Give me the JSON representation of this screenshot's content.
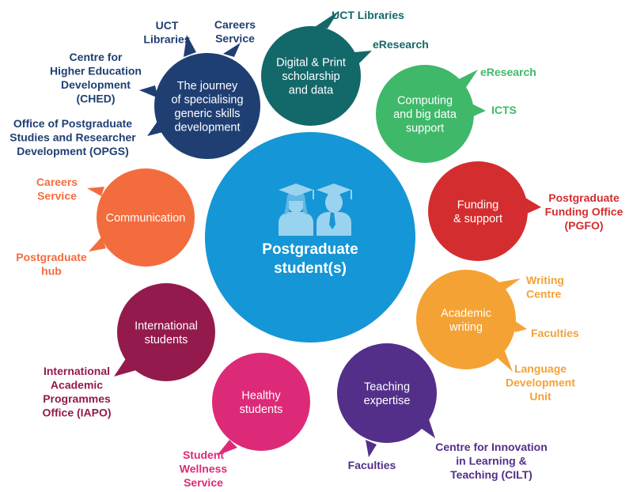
{
  "center": {
    "label": [
      "Postgraduate",
      "student(s)"
    ],
    "color": "#1596d6",
    "icon": "graduates-icon"
  },
  "bubbles": [
    {
      "id": "generic-skills",
      "label": [
        "The journey",
        "of specialising",
        "generic skills",
        "development"
      ],
      "color": "#1f3f73",
      "connections": [
        {
          "label": [
            "UCT",
            "Libraries"
          ]
        },
        {
          "label": [
            "Careers",
            "Service"
          ]
        },
        {
          "label": [
            "Centre for",
            "Higher Education",
            "Development",
            "(CHED)"
          ]
        },
        {
          "label": [
            "Office of Postgraduate",
            "Studies and Researcher",
            "Development (OPGS)"
          ]
        }
      ]
    },
    {
      "id": "digital-print",
      "label": [
        "Digital & Print",
        "scholarship",
        "and data"
      ],
      "color": "#13686a",
      "connections": [
        {
          "label": [
            "UCT Libraries"
          ]
        },
        {
          "label": [
            "eResearch"
          ]
        }
      ]
    },
    {
      "id": "computing",
      "label": [
        "Computing",
        "and big data",
        "support"
      ],
      "color": "#3fb86a",
      "connections": [
        {
          "label": [
            "eResearch"
          ]
        },
        {
          "label": [
            "ICTS"
          ]
        }
      ]
    },
    {
      "id": "funding",
      "label": [
        "Funding",
        "& support"
      ],
      "color": "#d42d2f",
      "connections": [
        {
          "label": [
            "Postgraduate",
            "Funding Office",
            "(PGFO)"
          ]
        }
      ]
    },
    {
      "id": "academic-writing",
      "label": [
        "Academic",
        "writing"
      ],
      "color": "#f4a234",
      "connections": [
        {
          "label": [
            "Writing",
            "Centre"
          ]
        },
        {
          "label": [
            "Faculties"
          ]
        },
        {
          "label": [
            "Language",
            "Development",
            "Unit"
          ]
        }
      ]
    },
    {
      "id": "teaching",
      "label": [
        "Teaching",
        "expertise"
      ],
      "color": "#532f89",
      "connections": [
        {
          "label": [
            "Faculties"
          ]
        },
        {
          "label": [
            "Centre for Innovation",
            "in Learning &",
            "Teaching (CILT)"
          ]
        }
      ]
    },
    {
      "id": "healthy",
      "label": [
        "Healthy",
        "students"
      ],
      "color": "#dd2a78",
      "connections": [
        {
          "label": [
            "Student",
            "Wellness",
            "Service"
          ]
        }
      ]
    },
    {
      "id": "international",
      "label": [
        "International",
        "students"
      ],
      "color": "#941a4d",
      "connections": [
        {
          "label": [
            "International",
            "Academic",
            "Programmes",
            "Office (IAPO)"
          ]
        }
      ]
    },
    {
      "id": "communication",
      "label": [
        "Communication"
      ],
      "color": "#f36c3e",
      "connections": [
        {
          "label": [
            "Careers",
            "Service"
          ]
        },
        {
          "label": [
            "Postgraduate",
            "hub"
          ]
        }
      ]
    }
  ]
}
